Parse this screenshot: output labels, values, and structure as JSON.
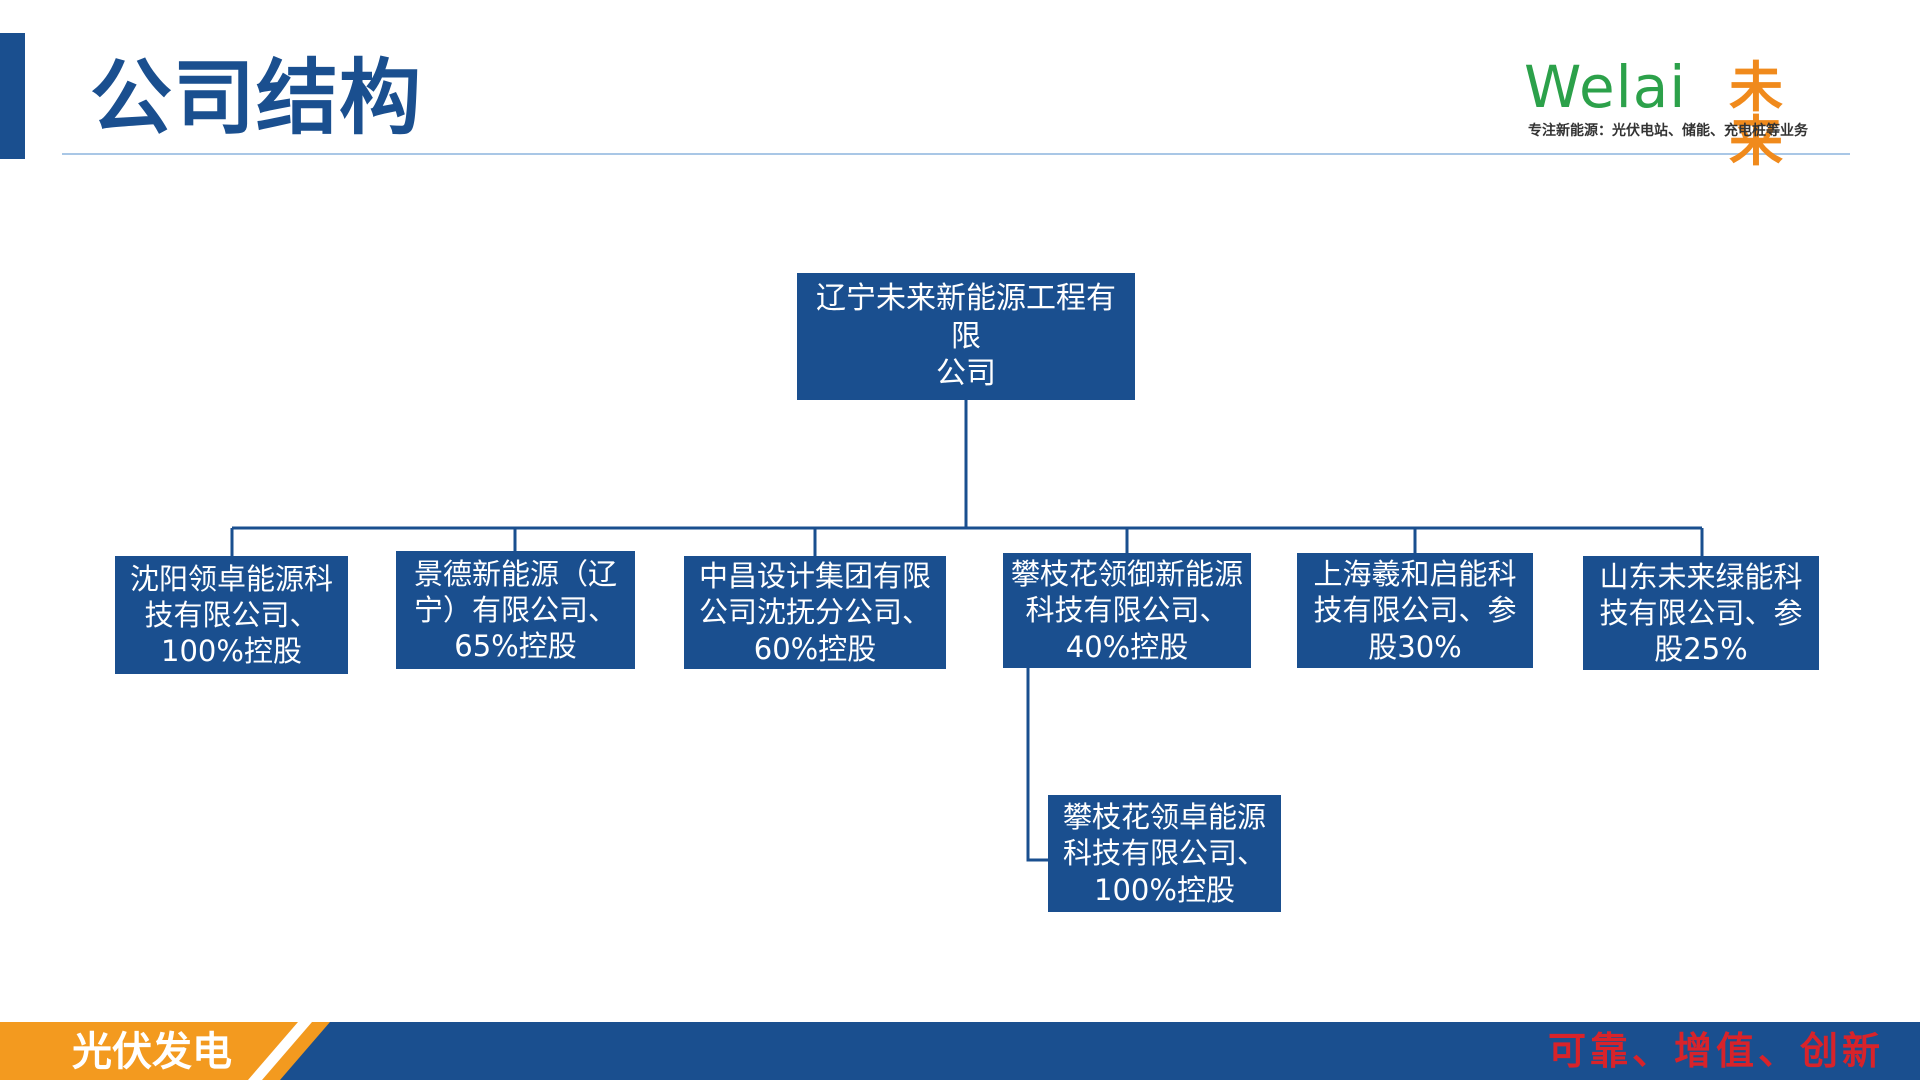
{
  "header": {
    "title": "公司结构"
  },
  "logo": {
    "brand_latin": "Welai",
    "brand_cn": "未来",
    "tagline": "专注新能源：光伏电站、储能、充电桩等业务",
    "colors": {
      "latin": "#2ca14a",
      "cn": "#f08a1c"
    }
  },
  "org_chart": {
    "root": {
      "lines": [
        "辽宁未来新能源工程有限",
        "公司"
      ]
    },
    "children": [
      {
        "lines": [
          "沈阳领卓能源科",
          "技有限公司、",
          "100%控股"
        ]
      },
      {
        "lines": [
          "景德新能源（辽",
          "宁）有限公司、",
          "65%控股"
        ]
      },
      {
        "lines": [
          "中昌设计集团有限",
          "公司沈抚分公司、",
          "60%控股"
        ]
      },
      {
        "lines": [
          "攀枝花领御新能源",
          "科技有限公司、",
          "40%控股"
        ]
      },
      {
        "lines": [
          "上海羲和启能科",
          "技有限公司、参",
          "股30%"
        ]
      },
      {
        "lines": [
          "山东未来绿能科",
          "技有限公司、参",
          "股25%"
        ]
      }
    ],
    "grandchild": {
      "lines": [
        "攀枝花领卓能源",
        "科技有限公司、",
        "100%控股"
      ]
    },
    "colors": {
      "node_fill": "#1a4f8f",
      "connector": "#1a4f8f"
    }
  },
  "footer": {
    "label": "光伏发电",
    "slogan": "可靠、增值、创新",
    "colors": {
      "bar": "#1a4f8f",
      "accent": "#f39a1f",
      "slogan": "#d8232a"
    }
  }
}
